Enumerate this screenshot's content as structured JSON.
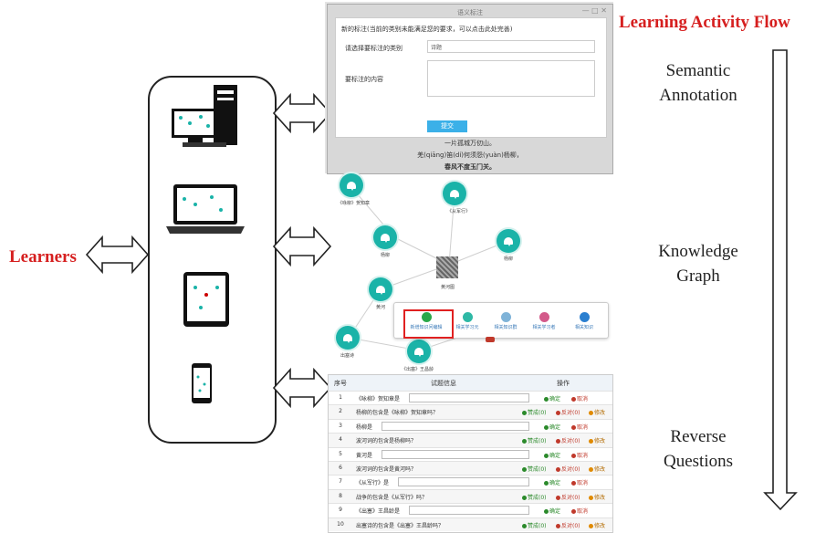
{
  "learners_label": "Learners",
  "flow_title": "Learning Activity Flow",
  "stages": [
    {
      "line1": "Semantic",
      "line2": "Annotation"
    },
    {
      "line1": "Knowledge",
      "line2": "Graph"
    },
    {
      "line1": "Reverse",
      "line2": "Questions"
    }
  ],
  "dialog": {
    "title": "语义标注",
    "note": "新的标注(当前的类别未能满足您的要求，可以点击此处完善)",
    "type_label": "请选择要标注的类别",
    "type_value": "诗题",
    "content_label": "要标注的内容",
    "submit": "提交",
    "poem": [
      "一片孤城万仞山。",
      "羌(qiāng)笛(dí)何须怨(yuàn)杨柳，",
      "春风不度玉门关。"
    ]
  },
  "graph": {
    "nodes": [
      "《咏柳》贺知章",
      "《从军行》",
      "杨柳",
      "杨柳",
      "黄河",
      "出塞诗",
      "《出塞》王昌龄"
    ],
    "center_label": "黄河图",
    "tools": [
      "新增知识问编辑",
      "相关学习元",
      "相关知识群",
      "相关学习者",
      "相关知识"
    ]
  },
  "table": {
    "headers": {
      "num": "序号",
      "info": "试题信息",
      "op": "操作"
    },
    "rows": [
      {
        "num": "1",
        "q": "《咏柳》贺知章是",
        "type": "fill"
      },
      {
        "num": "2",
        "q": "杨柳的包含是《咏柳》贺知章吗？",
        "type": "judge"
      },
      {
        "num": "3",
        "q": "杨柳是",
        "type": "fill"
      },
      {
        "num": "4",
        "q": "波河词的包含是杨柳吗？",
        "type": "judge"
      },
      {
        "num": "5",
        "q": "黄河是",
        "type": "fill"
      },
      {
        "num": "6",
        "q": "波河词的包含是黄河吗？",
        "type": "judge"
      },
      {
        "num": "7",
        "q": "《从军行》是",
        "type": "fill"
      },
      {
        "num": "8",
        "q": "战争的包含是《从军行》吗？",
        "type": "judge"
      },
      {
        "num": "9",
        "q": "《出塞》王昌龄是",
        "type": "fill"
      },
      {
        "num": "10",
        "q": "出塞诗的包含是《出塞》王昌龄吗？",
        "type": "judge"
      }
    ],
    "actions": {
      "confirm": "确定",
      "cancel": "取消",
      "agree": "赞成(0)",
      "oppose": "反对(0)",
      "modify": "修改"
    }
  }
}
